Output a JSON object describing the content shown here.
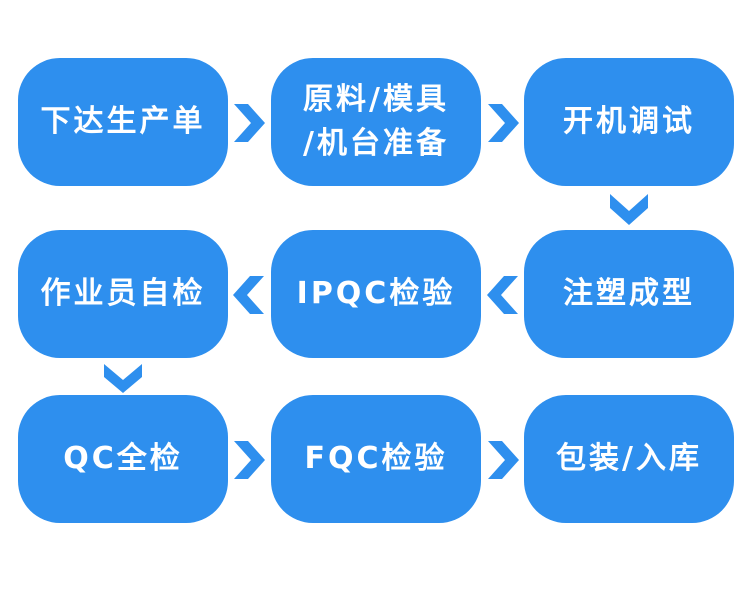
{
  "colors": {
    "box": "#2e8fee",
    "arrow": "#2e8fee",
    "text": "#ffffff",
    "background": "#ffffff"
  },
  "steps": [
    {
      "lines": [
        "下达生产单"
      ]
    },
    {
      "lines": [
        "原料/模具",
        "/机台准备"
      ]
    },
    {
      "lines": [
        "开机调试"
      ]
    },
    {
      "lines": [
        "注塑成型"
      ]
    },
    {
      "lines": [
        "IPQC检验"
      ]
    },
    {
      "lines": [
        "作业员自检"
      ]
    },
    {
      "lines": [
        "QC全检"
      ]
    },
    {
      "lines": [
        "FQC检验"
      ]
    },
    {
      "lines": [
        "包装/入库"
      ]
    }
  ],
  "arrows": [
    {
      "from": 1,
      "to": 2,
      "direction": "right"
    },
    {
      "from": 2,
      "to": 3,
      "direction": "right"
    },
    {
      "from": 3,
      "to": 4,
      "direction": "down"
    },
    {
      "from": 4,
      "to": 5,
      "direction": "left"
    },
    {
      "from": 5,
      "to": 6,
      "direction": "left"
    },
    {
      "from": 6,
      "to": 7,
      "direction": "down"
    },
    {
      "from": 7,
      "to": 8,
      "direction": "right"
    },
    {
      "from": 8,
      "to": 9,
      "direction": "right"
    }
  ]
}
